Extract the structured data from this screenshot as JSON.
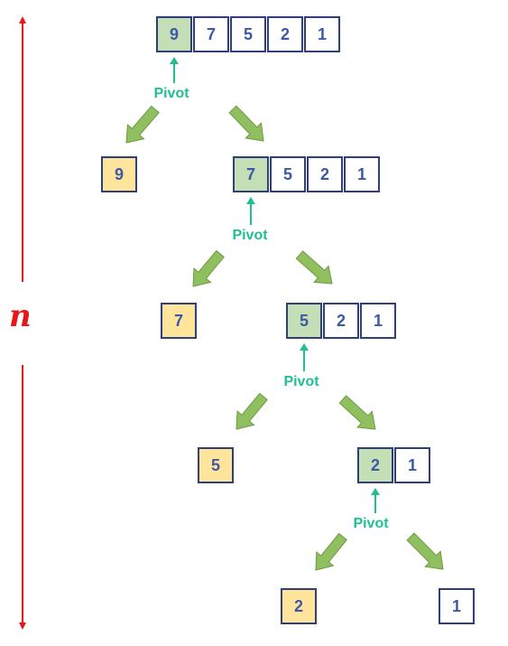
{
  "levels": [
    {
      "values": [
        "9",
        "7",
        "5",
        "2",
        "1"
      ],
      "pivot_value": "9",
      "pivot_label": "Pivot",
      "left_result": "9"
    },
    {
      "values": [
        "7",
        "5",
        "2",
        "1"
      ],
      "pivot_value": "7",
      "pivot_label": "Pivot",
      "left_result": "7"
    },
    {
      "values": [
        "5",
        "2",
        "1"
      ],
      "pivot_value": "5",
      "pivot_label": "Pivot",
      "left_result": "5"
    },
    {
      "values": [
        "2",
        "1"
      ],
      "pivot_value": "2",
      "pivot_label": "Pivot",
      "left_result": "2"
    },
    {
      "values": [
        "1"
      ],
      "pivot_value": "",
      "pivot_label": "",
      "left_result": ""
    }
  ],
  "depth_label": "n",
  "colors": {
    "pivot_fill": "#c4dfb6",
    "leaf_fill": "#ffe59b",
    "cell_border": "#2e3f7a",
    "digit": "#3d58a6",
    "pivot_text": "#1fbf93",
    "arrow_fill": "#8fbf5e",
    "arrow_stroke": "#6f9a43",
    "depth_arrow": "#e8151b"
  }
}
